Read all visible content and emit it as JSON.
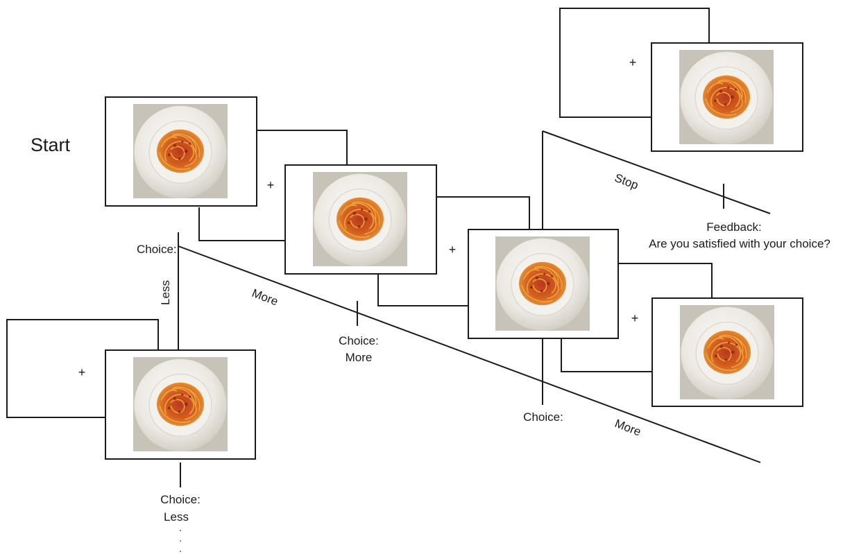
{
  "diagram": {
    "start_label": "Start",
    "fixation_symbol": "+",
    "labels": {
      "choice_prompt": "Choice:",
      "less": "Less",
      "more": "More",
      "choice_more_line1": "Choice:",
      "choice_more_line2": "More",
      "second_choice_prompt": "Choice:",
      "second_more": "More",
      "stop": "Stop",
      "feedback_line1": "Feedback:",
      "feedback_line2": "Are you satisfied with your choice?",
      "choice_less_line1": "Choice:",
      "choice_less_line2": "Less",
      "ellipsis": "."
    }
  }
}
